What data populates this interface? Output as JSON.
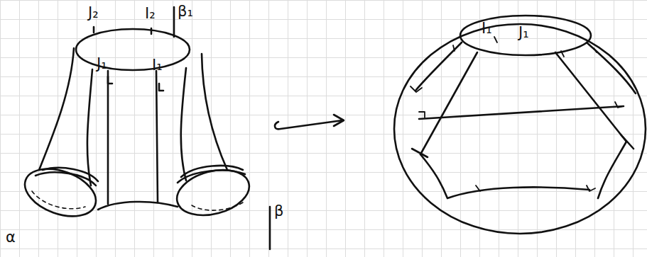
{
  "diagram": {
    "labels": [
      "J₂",
      "I₂",
      "β₁",
      "J₁",
      "I₁",
      "α",
      "β",
      "I₁",
      "J₁"
    ]
  }
}
